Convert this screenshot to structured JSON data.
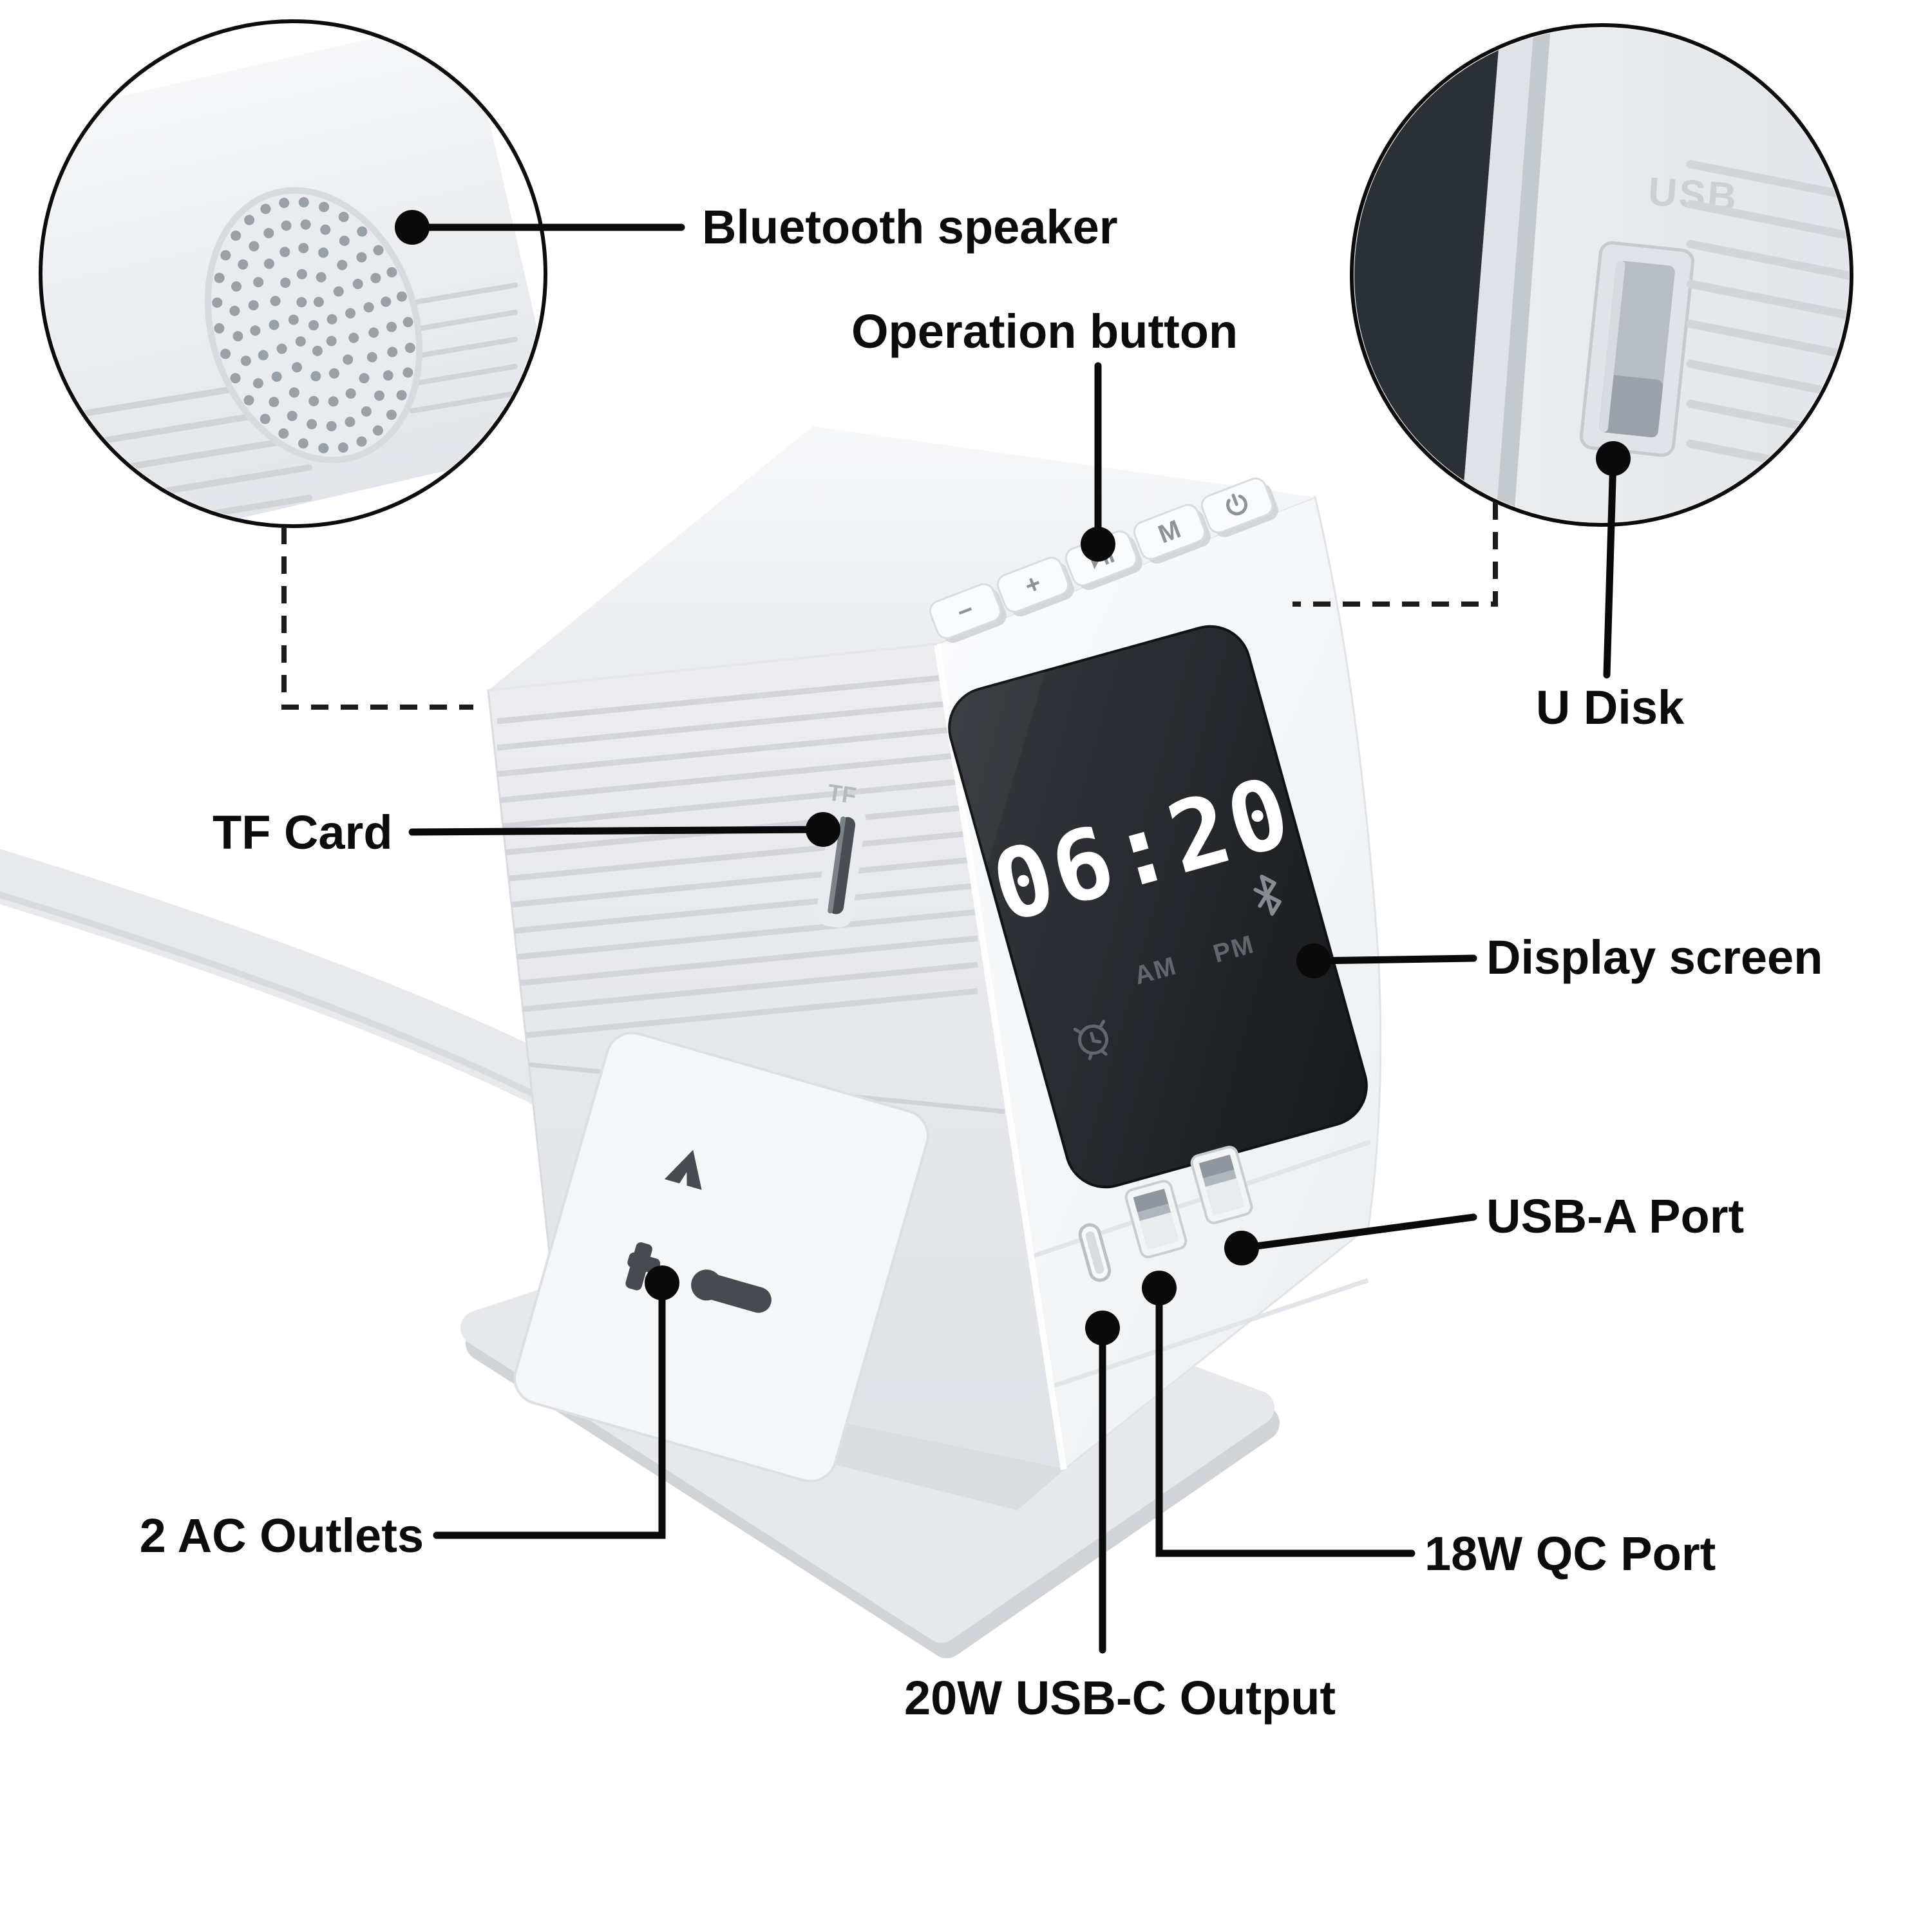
{
  "figure": {
    "type": "product-callout-diagram",
    "background_color": "#ffffff",
    "callout_color": "#0a0a0a",
    "body_color": "#eef0f3",
    "display_bg_color": "#202327",
    "digit_color": "#ffffff"
  },
  "labels": {
    "bluetooth_speaker": "Bluetooth speaker",
    "operation_button": "Operation button",
    "u_disk": "U Disk",
    "tf_card": "TF Card",
    "display_screen": "Display screen",
    "usb_a_port": "USB-A Port",
    "ac_outlets": "2 AC Outlets",
    "qc_port": "18W QC Port",
    "usb_c_output": "20W USB-C Output"
  },
  "device": {
    "display": {
      "time": "06:20",
      "am": "AM",
      "pm": "PM",
      "icons": [
        "alarm-icon",
        "bluetooth-icon"
      ]
    },
    "markings": {
      "tf": "TF",
      "usb": "USB"
    },
    "buttons": {
      "minus": "−",
      "plus": "+",
      "mode": "M",
      "icons": [
        "play-pause-icon",
        "power-icon"
      ]
    }
  }
}
